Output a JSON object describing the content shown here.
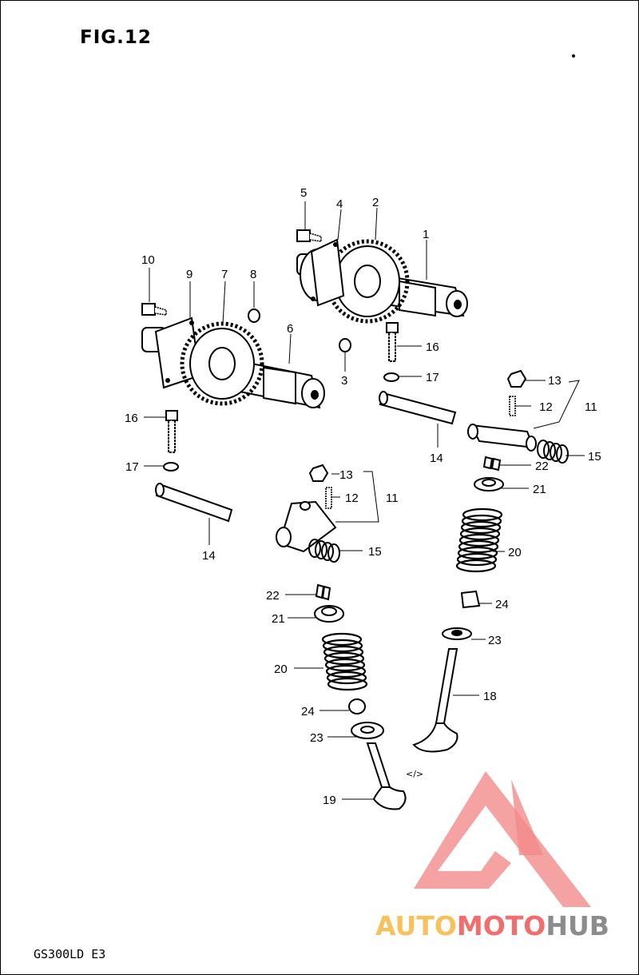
{
  "figure": {
    "title": "FIG.12",
    "model": "GS300LD E3"
  },
  "callouts": [
    "1",
    "2",
    "3",
    "4",
    "5",
    "6",
    "7",
    "8",
    "9",
    "10",
    "11",
    "12",
    "13",
    "14",
    "15",
    "16",
    "17",
    "18",
    "19",
    "20",
    "21",
    "22",
    "23",
    "24"
  ],
  "logo": {
    "part1": "AUTO",
    "part2": "MOTO",
    "part3": "HUB",
    "colors": {
      "auto": "#f7c25e",
      "moto": "#f26d6d",
      "hub": "#8c8c8c",
      "triangle": "#f28b8b"
    }
  }
}
